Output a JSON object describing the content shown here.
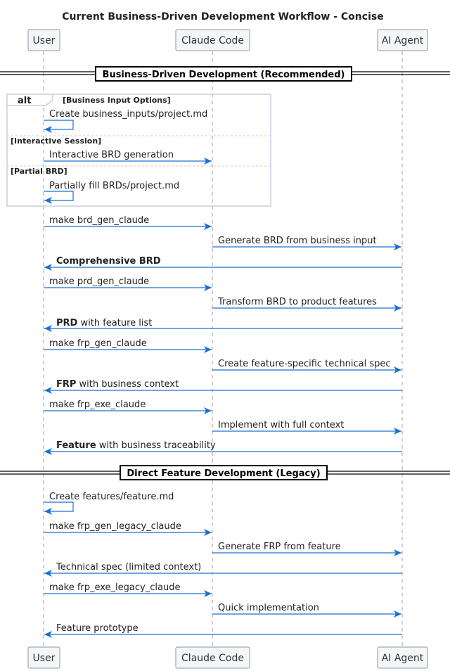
{
  "title": "Current Business-Driven Development Workflow - Concise",
  "colors": {
    "arrow": "#1a6fd4",
    "participant_fill": "#f5f6f8",
    "participant_border": "#8e96a0",
    "lifeline": "#9aa3ad",
    "alt_border": "#c8cfd8"
  },
  "participants": [
    "User",
    "Claude Code",
    "AI Agent"
  ],
  "sections": {
    "business": "Business-Driven Development (Recommended)",
    "legacy": "Direct Feature Development (Legacy)"
  },
  "alt": {
    "keyword": "alt",
    "guard": "[Business Input Options]",
    "else1": "[Interactive Session]",
    "else2": "[Partial BRD]",
    "msg1": "Create business_inputs/project.md",
    "msg2": "Interactive BRD generation",
    "msg3": "Partially fill BRDs/project.md"
  },
  "messages": {
    "m1": "make brd_gen_claude",
    "m2": "Generate BRD from business input",
    "m3_bold": "Comprehensive BRD",
    "m4": "make prd_gen_claude",
    "m5": "Transform BRD to product features",
    "m6_bold": "PRD",
    "m6_rest": " with feature list",
    "m7": "make frp_gen_claude",
    "m8": "Create feature-specific technical spec",
    "m9_bold": "FRP",
    "m9_rest": " with business context",
    "m10": "make frp_exe_claude",
    "m11": "Implement with full context",
    "m12_bold": "Feature",
    "m12_rest": " with business traceability",
    "l1": "Create features/feature.md",
    "l2": "make frp_gen_legacy_claude",
    "l3": "Generate FRP from feature",
    "l4": "Technical spec (limited context)",
    "l5": "make frp_exe_legacy_claude",
    "l6": "Quick implementation",
    "l7": "Feature prototype"
  }
}
